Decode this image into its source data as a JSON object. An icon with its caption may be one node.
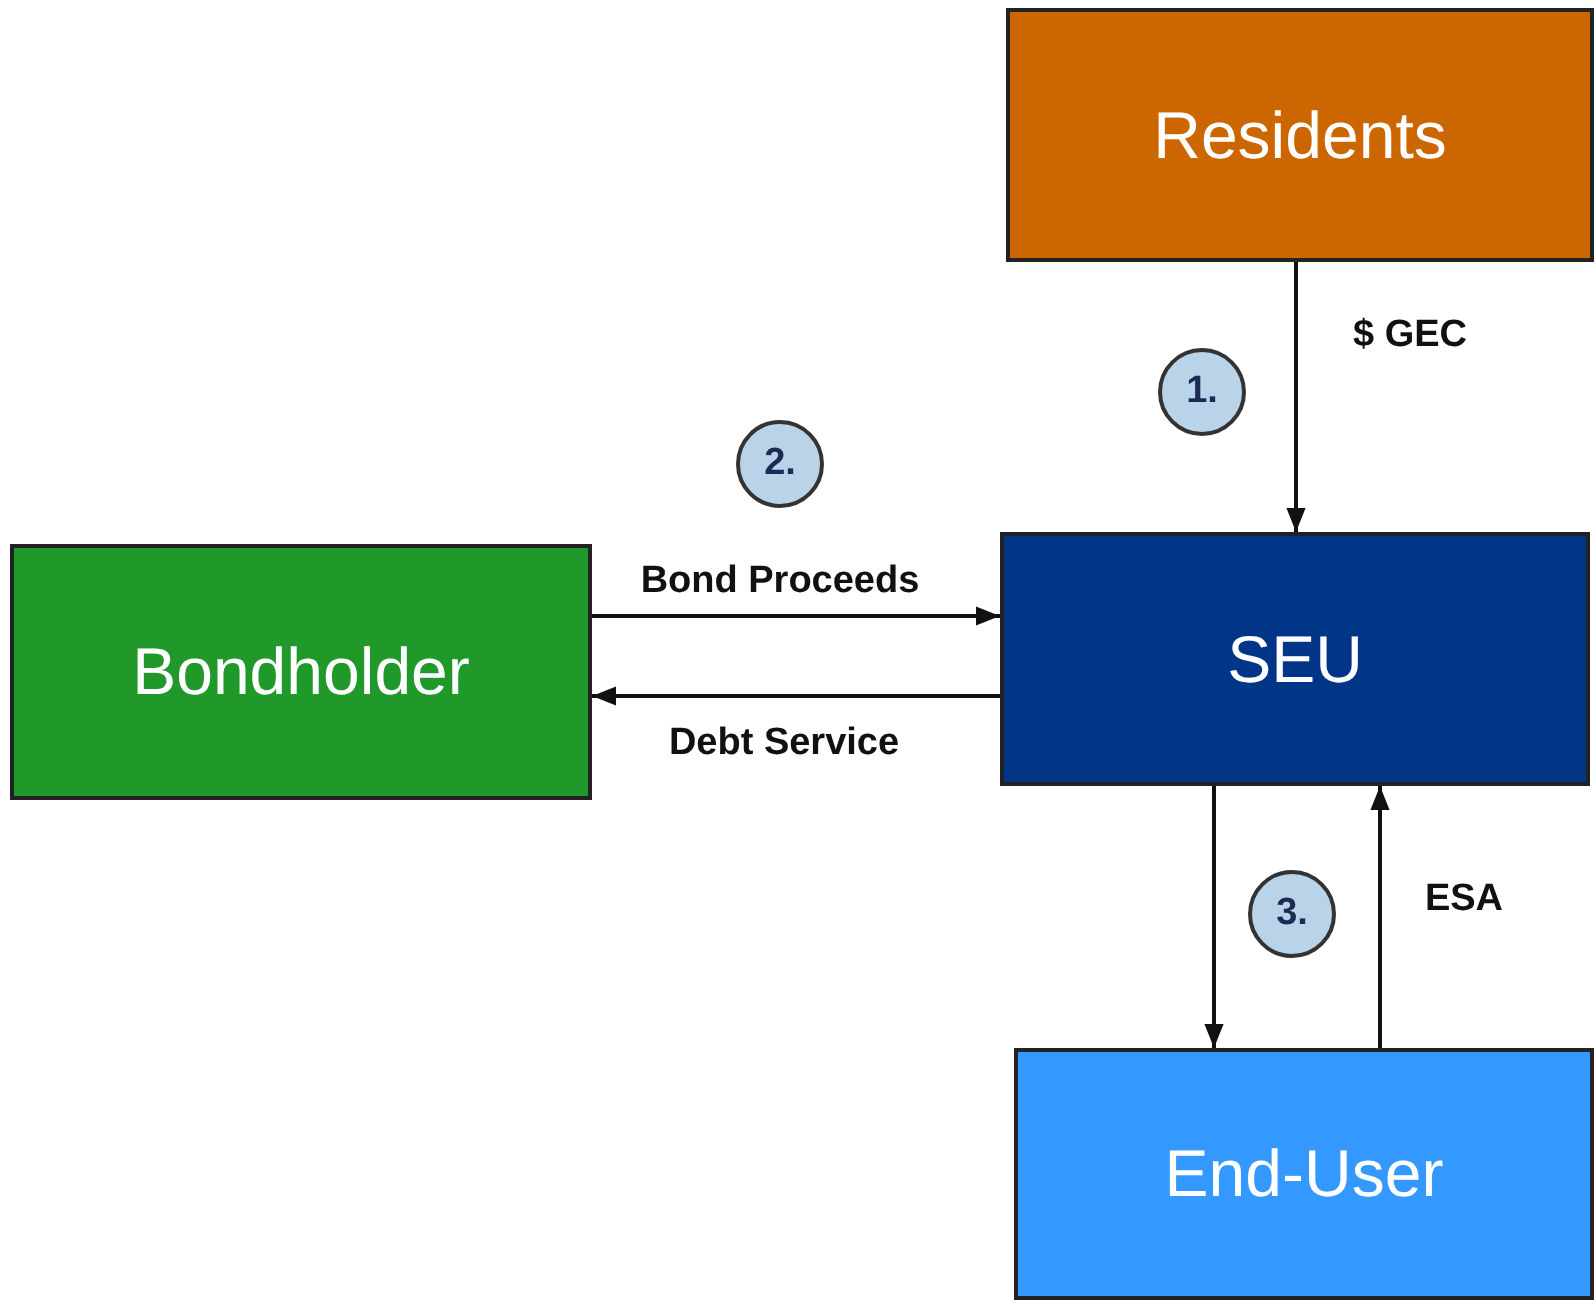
{
  "diagram": {
    "nodes": [
      {
        "text": [
          "Residents"
        ]
      },
      {
        "text": [
          "1."
        ]
      },
      {
        "text": [
          "2."
        ]
      },
      {
        "text": [
          "Bondholder"
        ]
      },
      {
        "text": [
          "SEU"
        ]
      },
      {
        "text": [
          "3."
        ]
      },
      {
        "text": [
          "End-User"
        ]
      }
    ],
    "edges": [
      {
        "from": 0,
        "to": 4,
        "arrow": "to",
        "label": "$ GEC"
      },
      {
        "from": 3,
        "to": 4,
        "arrow": "to",
        "label": "Bond Proceeds"
      },
      {
        "from": 4,
        "to": 3,
        "arrow": "to",
        "label": "Debt Service"
      },
      {
        "from": 4,
        "to": 6,
        "arrow": "to"
      },
      {
        "from": 6,
        "to": 4,
        "arrow": "to",
        "label": "ESA"
      }
    ]
  }
}
